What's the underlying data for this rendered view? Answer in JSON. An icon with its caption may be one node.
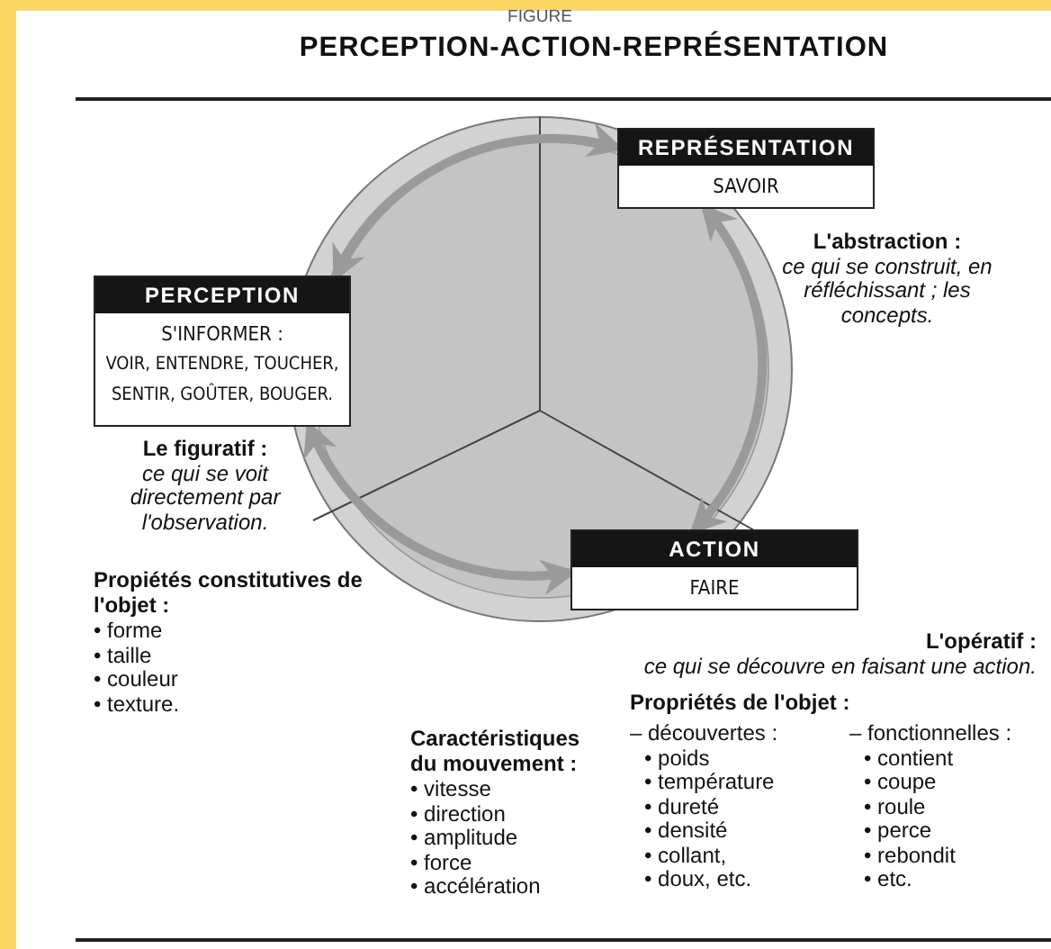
{
  "diagram": {
    "title": "PERCEPTION-ACTION-REPRÉSENTATION",
    "nodes": [
      {
        "text": [
          "PERCEPTION",
          "S'INFORMER :",
          "VOIR, ENTENDRE, TOUCHER, SENTIR, GOÛTER, BOUGER."
        ]
      },
      {
        "text": [
          "REPRÉSENTATION",
          "SAVOIR"
        ]
      },
      {
        "text": [
          "ACTION",
          "FAIRE"
        ]
      }
    ],
    "edges": [
      {
        "from": 0,
        "to": 1,
        "arrow": "both"
      },
      {
        "from": 1,
        "to": 2,
        "arrow": "both"
      },
      {
        "from": 2,
        "to": 0,
        "arrow": "both"
      }
    ],
    "labels": [
      "FIGURE",
      "L'abstraction :",
      "ce qui se construit, en réfléchissant ; les concepts.",
      "Le figuratif :",
      "ce qui se voit directement par l'observation.",
      "Propiétés constitutives de l'objet :",
      "• forme",
      "• taille",
      "• couleur",
      "• texture.",
      "L'opératif :",
      "ce qui se découvre en faisant une action.",
      "Propriétés de l'objet :",
      "Caractéristiques du mouvement :",
      "• vitesse",
      "• direction",
      "• amplitude",
      "• force",
      "• accélération",
      "– découvertes :",
      "• poids",
      "• température",
      "• dureté",
      "• densité",
      "• collant,",
      "• doux, etc.",
      "– fonctionnelles :",
      "• contient",
      "• coupe",
      "• roule",
      "• perce",
      "• rebondit",
      "• etc."
    ]
  }
}
